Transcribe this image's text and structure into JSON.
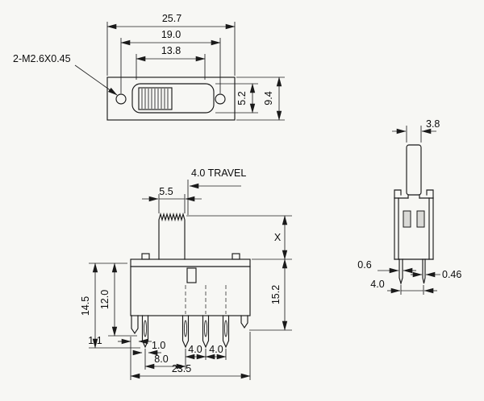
{
  "top_view": {
    "overall_width": "25.7",
    "hole_pitch": "19.0",
    "slot_length": "13.8",
    "slot_height": "5.2",
    "body_depth": "9.4",
    "thread_callout": "2-M2.6X0.45"
  },
  "front_view": {
    "travel_note": "4.0 TRAVEL",
    "knob_width": "5.5",
    "knob_height": "X",
    "body_height": "15.2",
    "overall_height": "14.5",
    "pin_depth": "12.0",
    "bracket_width": "1.1",
    "pin_width": "1.0",
    "pin_pitch_wide": "8.0",
    "pin_pitch_1": "4.0",
    "pin_pitch_2": "4.0",
    "overall_width": "23.5"
  },
  "side_view": {
    "knob_depth": "3.8",
    "pin_width": "0.6",
    "pin_span": "4.0",
    "pin_thickness": "0.46"
  }
}
